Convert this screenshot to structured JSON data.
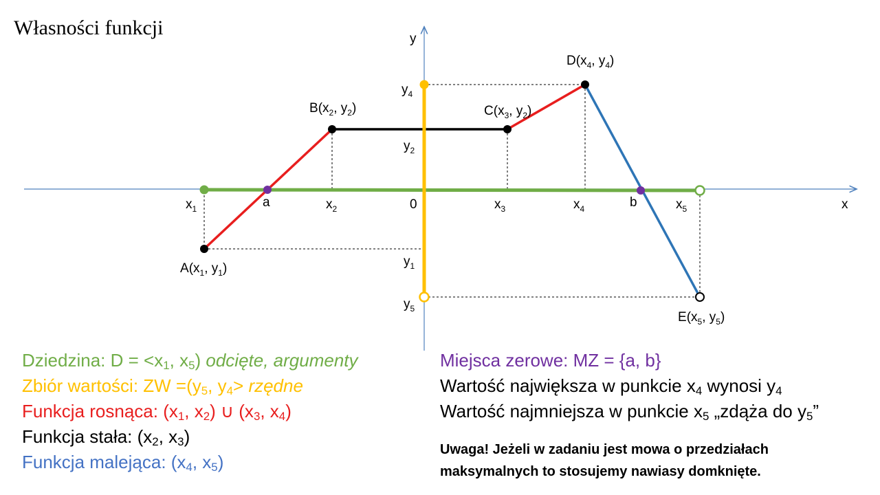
{
  "title": "Własności funkcji",
  "colors": {
    "axis": "#4F81BD",
    "domain": "#70AD47",
    "range": "#FFC000",
    "increasing": "#E81E1E",
    "constant": "#000000",
    "decreasing": "#2E75B6",
    "zeros": "#7030A0"
  },
  "axes": {
    "x_label": "x",
    "y_label": "y",
    "origin_label": "0"
  },
  "x_ticks": [
    {
      "base": "x",
      "sub": "1"
    },
    {
      "base": "a",
      "sub": ""
    },
    {
      "base": "x",
      "sub": "2"
    },
    {
      "base": "x",
      "sub": "3"
    },
    {
      "base": "x",
      "sub": "4"
    },
    {
      "base": "b",
      "sub": ""
    },
    {
      "base": "x",
      "sub": "5"
    }
  ],
  "y_ticks": [
    {
      "base": "y",
      "sub": "4"
    },
    {
      "base": "y",
      "sub": "2"
    },
    {
      "base": "y",
      "sub": "1"
    },
    {
      "base": "y",
      "sub": "5"
    }
  ],
  "points": [
    {
      "name": "A",
      "x": "x",
      "xs": "1",
      "y": "y",
      "ys": "1"
    },
    {
      "name": "B",
      "x": "x",
      "xs": "2",
      "y": "y",
      "ys": "2"
    },
    {
      "name": "C",
      "x": "x",
      "xs": "3",
      "y": "y",
      "ys": "2"
    },
    {
      "name": "D",
      "x": "x",
      "xs": "4",
      "y": "y",
      "ys": "4"
    },
    {
      "name": "E",
      "x": "x",
      "xs": "5",
      "y": "y",
      "ys": "5"
    }
  ],
  "legend_left": {
    "domain": {
      "text1": "Dziedzina: D = <x",
      "s1": "1",
      "text2": ", x",
      "s2": "5",
      "text3": ") ",
      "italic": "odcięte, argumenty"
    },
    "range": {
      "text1": "Zbiór wartości: ZW =(y",
      "s1": "5",
      "text2": ", y",
      "s2": "4",
      "text3": "> ",
      "italic": "rzędne"
    },
    "increasing": {
      "text1": "Funkcja rosnąca: (x",
      "s1": "1",
      "text2": ", x",
      "s2": "2",
      "text3": ") ∪ (x",
      "s3": "3",
      "text4": ", x",
      "s4": "4",
      "text5": ")"
    },
    "constant": {
      "text1": "Funkcja stała: (x",
      "s1": "2",
      "text2": ", x",
      "s2": "3",
      "text3": ")"
    },
    "decreasing": {
      "text1": "Funkcja malejąca: (x",
      "s1": "4",
      "text2": ", x",
      "s2": "5",
      "text3": ")"
    }
  },
  "legend_right": {
    "zeros": "Miejsca zerowe: MZ = {a, b}",
    "max": {
      "text1": "Wartość największa w punkcie x",
      "s1": "4",
      "text2": " wynosi y",
      "s2": "4"
    },
    "min": {
      "text1": "Wartość najmniejsza w punkcie x",
      "s1": "5",
      "text2": " „zdąża do y",
      "s2": "5",
      "text3": "”"
    }
  },
  "note": {
    "line1": "Uwaga! Jeżeli w zadaniu jest mowa o przedziałach",
    "line2": "maksymalnych to stosujemy nawiasy domknięte."
  }
}
